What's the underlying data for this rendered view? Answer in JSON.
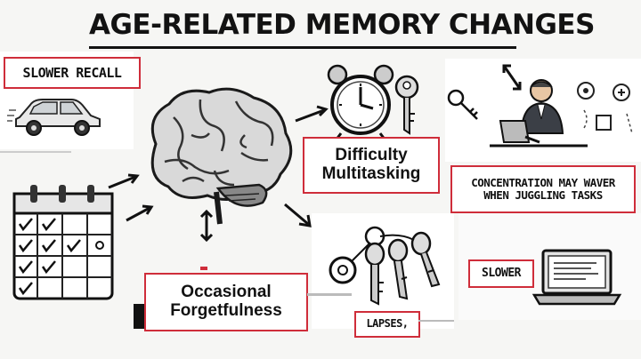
{
  "title": "AGE-RELATED MEMORY CHANGES",
  "labels": {
    "slower_recall": "SLOWER RECALL",
    "multitasking_line1": "Difficulty",
    "multitasking_line2": "Multitasking",
    "concentration_line1": "CONCENTRATION MAY WAVER",
    "concentration_line2": "WHEN JUGGLING TASKS",
    "forgetfulness_line1": "Occasional",
    "forgetfulness_line2": "Forgetfulness",
    "lapses": "LAPSES,",
    "slower": "SLOWER"
  },
  "colors": {
    "accent_red": "#cf2d3a",
    "ink": "#1a1a1a",
    "background": "#f6f6f4"
  },
  "icons": [
    "car-icon",
    "brain-icon",
    "alarm-clock-icon",
    "key-icon",
    "person-at-laptop-icon",
    "calendar-icon",
    "keys-bunch-icon",
    "laptop-icon",
    "arrow-icon"
  ]
}
